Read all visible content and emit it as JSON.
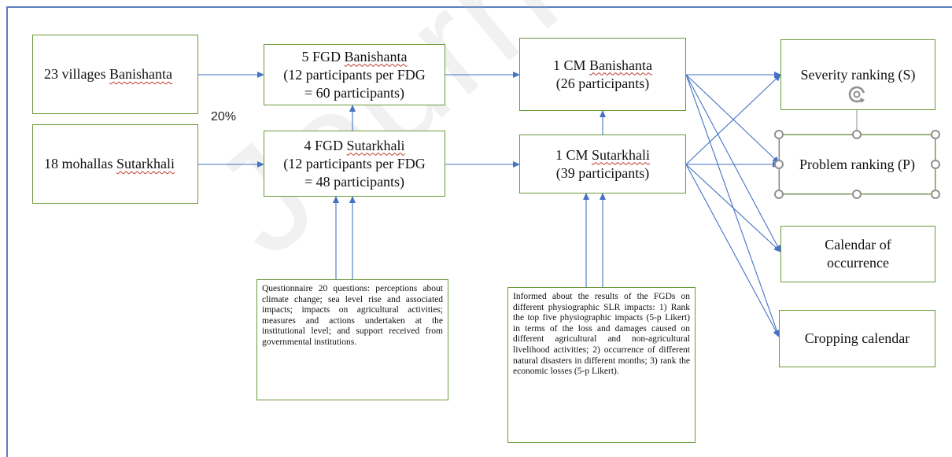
{
  "watermark": "Journal Pre-proof",
  "sample_percent": "20%",
  "sources": {
    "banishanta": {
      "count": "23 villages",
      "place": "Banishanta"
    },
    "sutarkhali": {
      "count": "18 mohallas",
      "place": "Sutarkhali"
    }
  },
  "fgd": {
    "banishanta": {
      "prefix": "5 FGD",
      "place": "Banishanta",
      "line2": "(12 participants per FDG",
      "line3": "= 60 participants)"
    },
    "sutarkhali": {
      "prefix": "4 FGD",
      "place": "Sutarkhali",
      "line2": "(12 participants per FDG",
      "line3": "= 48 participants)"
    }
  },
  "cm": {
    "banishanta": {
      "prefix": "1 CM",
      "place": "Banishanta",
      "line2": "(26 participants)"
    },
    "sutarkhali": {
      "prefix": "1 CM",
      "place": "Sutarkhali",
      "line2": "(39 participants)"
    }
  },
  "outputs": {
    "severity": "Severity ranking (S)",
    "problem": "Problem ranking (P)",
    "calendar_line1": "Calendar of",
    "calendar_line2": "occurrence",
    "cropping": "Cropping calendar"
  },
  "notes": {
    "questionnaire": "Questionnaire 20 questions: perceptions about climate change; sea level rise and associated impacts; impacts on agricultural activities; measures and actions undertaken at the institutional level; and support received from governmental institutions.",
    "informed": "Informed about the results of the FGDs on different physiographic SLR impacts: 1) Rank the top five physiographic impacts (5-p Likert) in terms of the loss and damages caused on different agricultural and non-agricultural livelihood activities; 2) occurrence of different natural disasters in different months; 3) rank the economic losses (5-p Likert)."
  },
  "colors": {
    "arrow": "#4472c4",
    "box_border": "#6a9a3a",
    "frame": "#5b7fc0",
    "handle": "#909090"
  }
}
